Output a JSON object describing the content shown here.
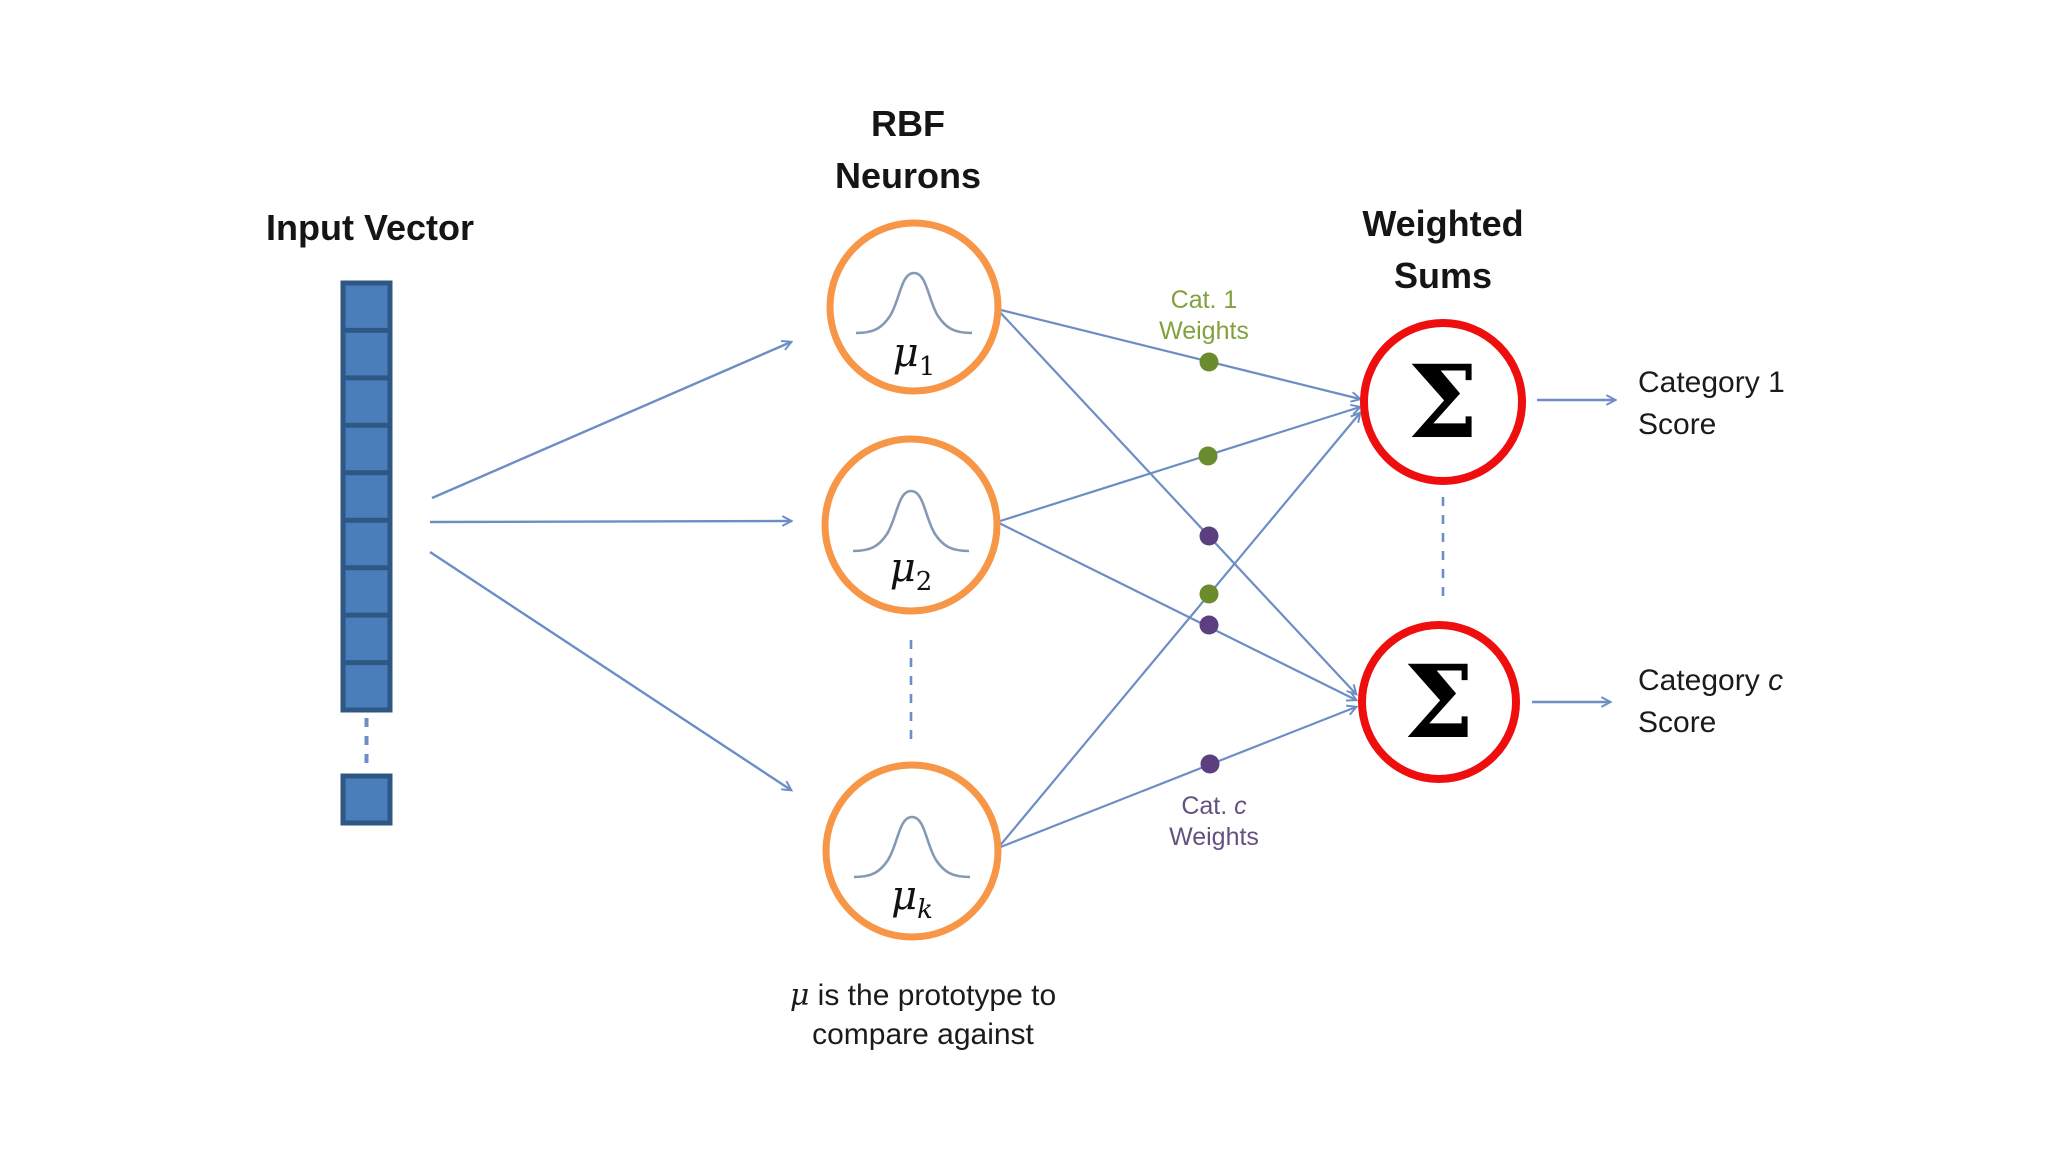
{
  "labels": {
    "input_vector": "Input Vector",
    "rbf_line1": "RBF",
    "rbf_line2": "Neurons",
    "weighted_line1": "Weighted",
    "weighted_line2": "Sums",
    "sigma": "Σ",
    "cat1_weights_line1": "Cat. 1",
    "cat1_weights_line2": "Weights",
    "catc_weights_prefix": "Cat. ",
    "catc_weights_var": "c",
    "catc_weights_line2": "Weights",
    "category1_line1": "Category 1",
    "category1_line2": "Score",
    "categoryc_prefix": "Category ",
    "categoryc_var": "c",
    "categoryc_line2": "Score",
    "note_symbol": "μ",
    "note_line1_rest": " is the prototype to",
    "note_line2": "compare against"
  },
  "neurons": [
    {
      "symbol": "μ",
      "sub": "1"
    },
    {
      "symbol": "μ",
      "sub": "2"
    },
    {
      "symbol": "μ",
      "sub": "k"
    }
  ],
  "input_vector": {
    "cells_shown": 9,
    "detached_cells": 1
  },
  "weight_dots": {
    "cat1_count": 3,
    "catc_count": 3
  },
  "colors": {
    "vector_fill": "#4A7EBB",
    "vector_border": "#2F5783",
    "connector_blue": "#6C8EC4",
    "neuron_ring_orange": "#F79646",
    "sum_ring_red": "#EE0E0E",
    "bell_curve": "#8699B4",
    "cat1_dot_green": "#6B8C2D",
    "cat1_text_green": "#82A13E",
    "catc_dot_purple": "#5B3F7E",
    "catc_text_purple": "#63527F",
    "text_dark": "#1B1B1B"
  }
}
